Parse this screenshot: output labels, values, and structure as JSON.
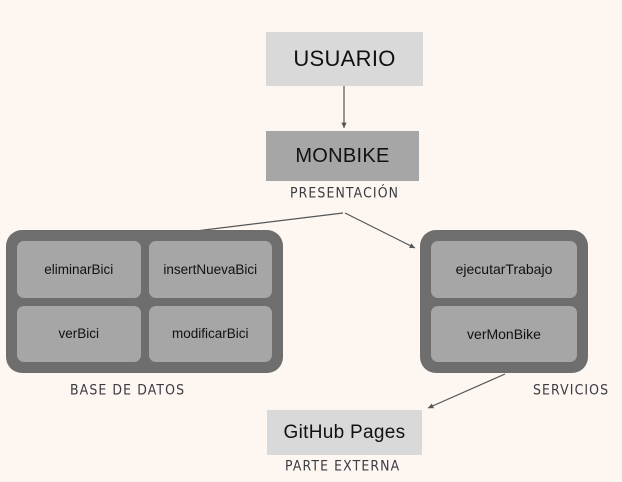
{
  "diagram": {
    "title": "MonBike architecture diagram",
    "background_color": "#FDF6F1",
    "colors": {
      "light_box": "#D9D9D9",
      "mid_box": "#A6A6A6",
      "group_container": "#6E6E6E",
      "text": "#111111",
      "caption_text": "#3a3a42",
      "connector": "#555555"
    },
    "nodes": {
      "usuario": {
        "label": "USUARIO"
      },
      "monbike": {
        "label": "MONBIKE"
      },
      "github": {
        "label": "GitHub Pages"
      }
    },
    "groups": {
      "database": {
        "caption": "BASE DE DATOS",
        "rows": [
          [
            {
              "label": "eliminarBici"
            },
            {
              "label": "insertNuevaBici"
            }
          ],
          [
            {
              "label": "verBici"
            },
            {
              "label": "modificarBici"
            }
          ]
        ]
      },
      "services": {
        "caption": "SERVICIOS",
        "rows": [
          [
            {
              "label": "ejecutarTrabajo"
            }
          ],
          [
            {
              "label": "verMonBike"
            }
          ]
        ]
      }
    },
    "captions": {
      "presentacion": "PRESENTACIÓN",
      "base_de_datos": "BASE DE DATOS",
      "servicios": "SERVICIOS",
      "parte_externa": "PARTE EXTERNA"
    },
    "connectors": [
      {
        "name": "usuario-to-monbike",
        "from": "usuario",
        "to": "monbike",
        "style": "straight-arrow"
      },
      {
        "name": "monbike-to-database",
        "from": "monbike",
        "to": "database",
        "style": "straight-arrow"
      },
      {
        "name": "monbike-to-services",
        "from": "monbike",
        "to": "services",
        "style": "straight-arrow"
      },
      {
        "name": "services-to-github",
        "from": "services",
        "to": "github",
        "style": "straight-arrow"
      }
    ]
  }
}
